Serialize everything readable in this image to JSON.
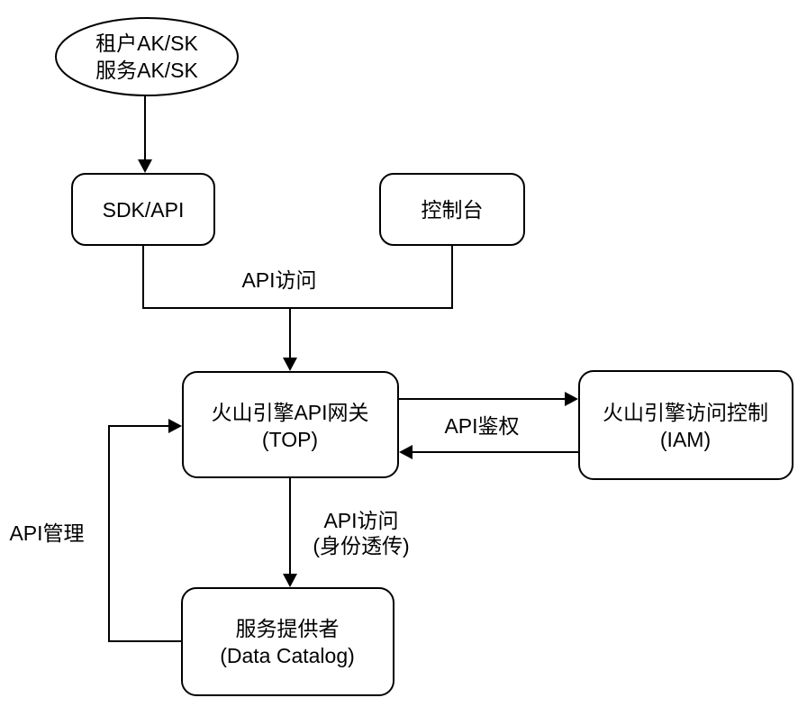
{
  "diagram": {
    "type": "flowchart",
    "background_color": "#ffffff",
    "stroke_color": "#000000",
    "text_color": "#000000",
    "nodes": {
      "credentials": {
        "shape": "ellipse",
        "line1": "租户AK/SK",
        "line2": "服务AK/SK"
      },
      "sdk_api": {
        "shape": "rounded-rect",
        "label": "SDK/API"
      },
      "console": {
        "shape": "rounded-rect",
        "label": "控制台"
      },
      "gateway": {
        "shape": "rounded-rect",
        "line1": "火山引擎API网关",
        "line2": "(TOP)"
      },
      "iam": {
        "shape": "rounded-rect",
        "line1": "火山引擎访问控制",
        "line2": "(IAM)"
      },
      "provider": {
        "shape": "rounded-rect",
        "line1": "服务提供者",
        "line2": "(Data Catalog)"
      }
    },
    "edges": {
      "credentials_to_sdk": {
        "from": "credentials",
        "to": "sdk_api",
        "label": ""
      },
      "client_api_access": {
        "from": "sdk_api + console",
        "to": "gateway",
        "label": "API访问"
      },
      "api_auth": {
        "from": "gateway",
        "to": "iam",
        "bidirectional": true,
        "label": "API鉴权"
      },
      "gateway_to_provider": {
        "from": "gateway",
        "to": "provider",
        "line1": "API访问",
        "line2": "(身份透传)"
      },
      "api_management": {
        "from": "provider",
        "to": "gateway",
        "label": "API管理"
      }
    }
  }
}
